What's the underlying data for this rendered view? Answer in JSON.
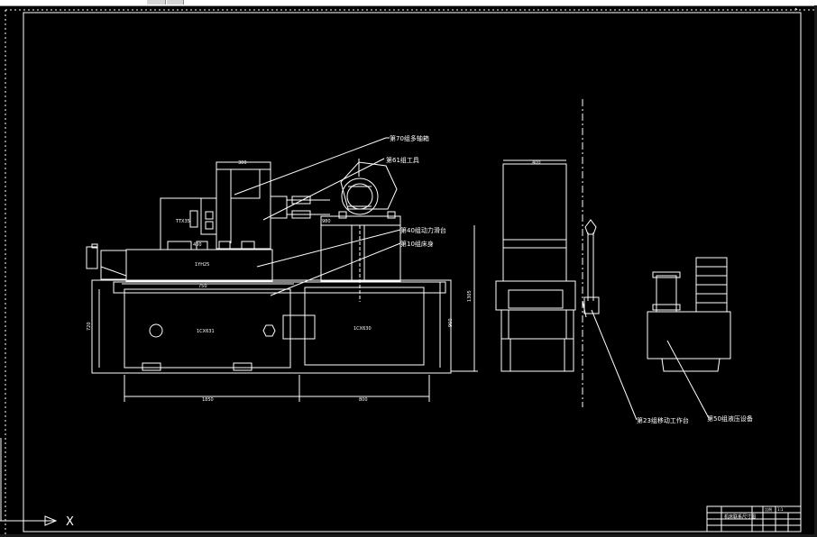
{
  "window": {
    "tab_label": "",
    "axis_label": "X"
  },
  "drawing": {
    "labels": {
      "part70": "第70组多轴箱",
      "part61": "第61组工具",
      "part40": "第40组动力滑台",
      "part10": "第10组床身",
      "part23": "第23组移动工作台",
      "part50": "第50组液压设备"
    },
    "marks": {
      "housing": "TTX35",
      "slide": "1YH25",
      "bed_left": "1CX631",
      "bed_right": "1CX630"
    },
    "dimensions": {
      "top_width": "380",
      "slide_width": "400",
      "bed_length": "750",
      "left_height": "720",
      "right_height": "960",
      "total_height": "1305",
      "bottom_left": "1850",
      "bottom_right": "800",
      "side_width": "400",
      "center_mark": "980"
    },
    "title_block": {
      "name": "机床联系尺寸图",
      "cell1": "比例",
      "cell2": "1:1"
    }
  },
  "colors": {
    "background": "#000000",
    "line": "#ffffff"
  }
}
